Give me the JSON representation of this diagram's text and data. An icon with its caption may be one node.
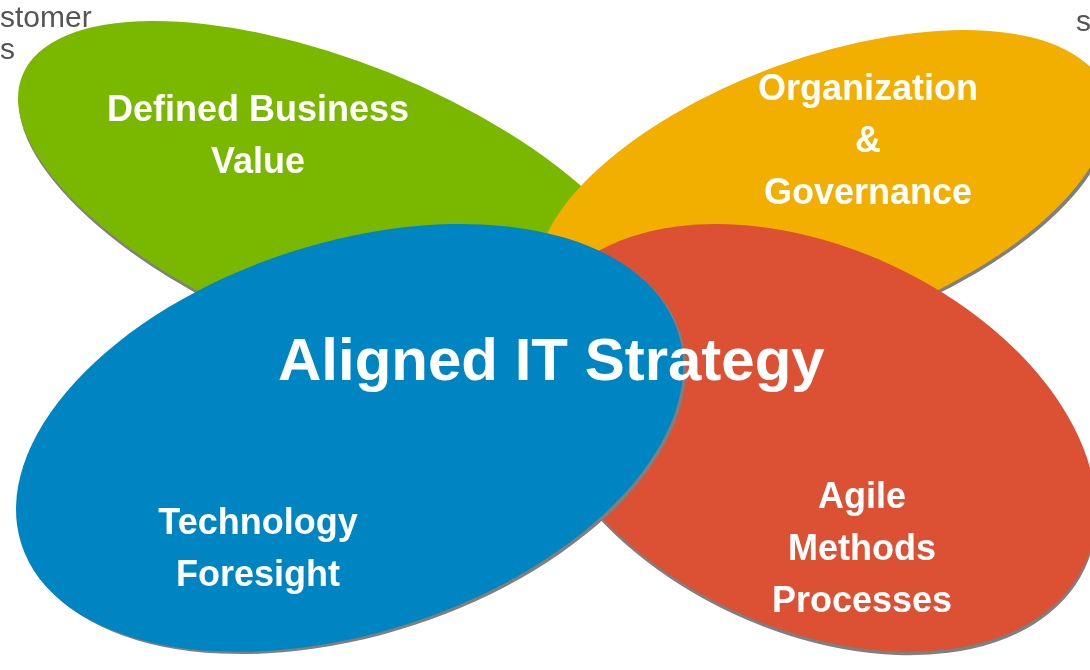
{
  "diagram": {
    "nodes": [
      {
        "text": [
          "Defined Business Value"
        ]
      },
      {
        "text": [
          "Organization & Governance"
        ]
      },
      {
        "text": [
          "Agile Methods Processes"
        ]
      },
      {
        "text": [
          "Technology Foresight"
        ]
      }
    ],
    "labels": [
      "stomer",
      "s",
      "s",
      "Aligned IT Strategy"
    ]
  }
}
